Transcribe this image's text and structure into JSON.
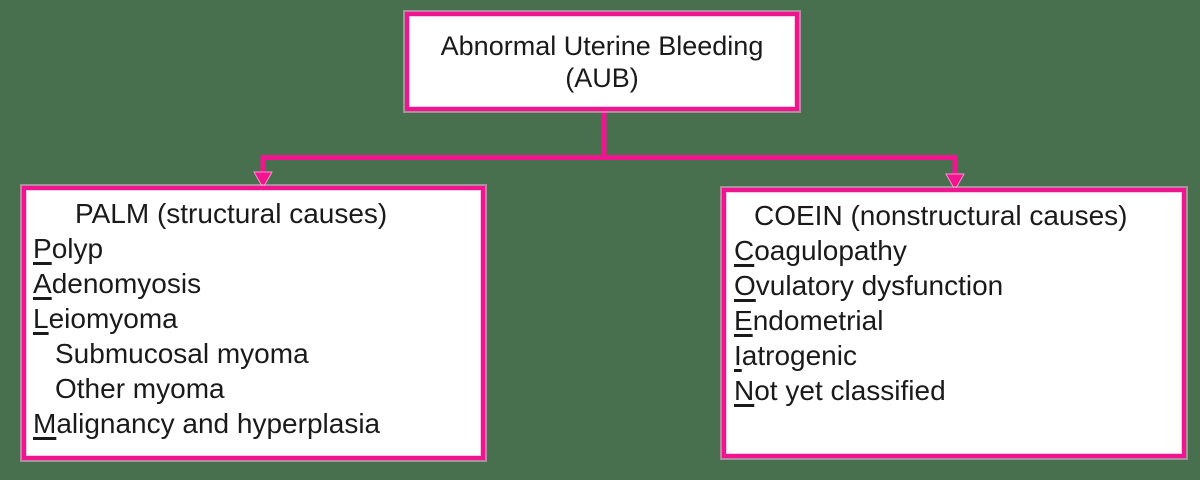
{
  "colors": {
    "background": "#48704F",
    "accent": "#F0148E",
    "halo": "#FF8FD0",
    "box_fill": "#FFFFFF",
    "text": "#1A1A1A"
  },
  "root_node": {
    "line1": "Abnormal Uterine Bleeding",
    "line2": "(AUB)"
  },
  "palm_node": {
    "header": "PALM (structural causes)",
    "items": [
      {
        "text": "Polyp",
        "underline_first": true,
        "indent": false
      },
      {
        "text": "Adenomyosis",
        "underline_first": true,
        "indent": false
      },
      {
        "text": "Leiomyoma",
        "underline_first": true,
        "indent": false
      },
      {
        "text": "Submucosal myoma",
        "underline_first": false,
        "indent": true
      },
      {
        "text": "Other myoma",
        "underline_first": false,
        "indent": true
      },
      {
        "text": "Malignancy and hyperplasia",
        "underline_first": true,
        "indent": false
      }
    ]
  },
  "coein_node": {
    "header": "COEIN (nonstructural causes)",
    "items": [
      {
        "text": "Coagulopathy",
        "underline_first": true,
        "indent": false
      },
      {
        "text": "Ovulatory dysfunction",
        "underline_first": true,
        "indent": false
      },
      {
        "text": "Endometrial",
        "underline_first": true,
        "indent": false
      },
      {
        "text": "Iatrogenic",
        "underline_first": true,
        "indent": false
      },
      {
        "text": "Not yet classified",
        "underline_first": true,
        "indent": false
      }
    ]
  }
}
